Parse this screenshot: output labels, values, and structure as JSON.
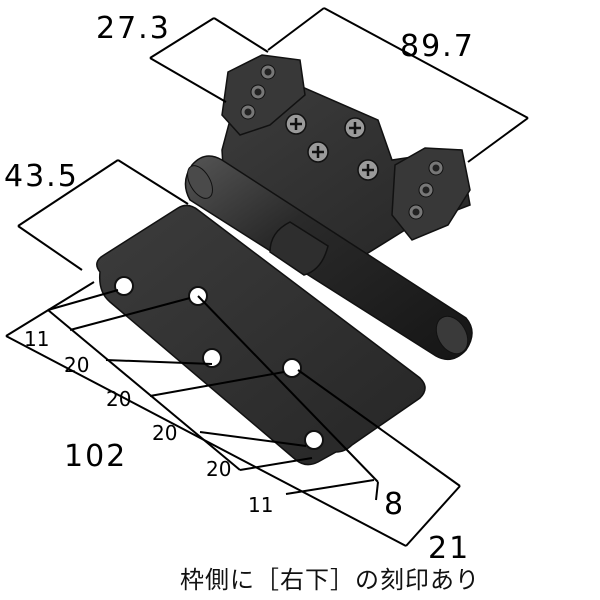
{
  "dimensions": {
    "top_left": "27.3",
    "top_right": "89.7",
    "left_height": "43.5",
    "hole_offset_first": "11",
    "hole_spacing_1": "20",
    "hole_spacing_2": "20",
    "hole_spacing_3": "20",
    "hole_spacing_4": "20",
    "hole_offset_last": "11",
    "total_length": "102",
    "edge_offset": "8",
    "plate_width": "21"
  },
  "caption": "枠側に［右下］の刻印あり",
  "colors": {
    "metal_dark": "#2b2b2b",
    "metal_mid": "#3a3a3a",
    "highlight": "#8a8a8a",
    "line": "#000000"
  }
}
